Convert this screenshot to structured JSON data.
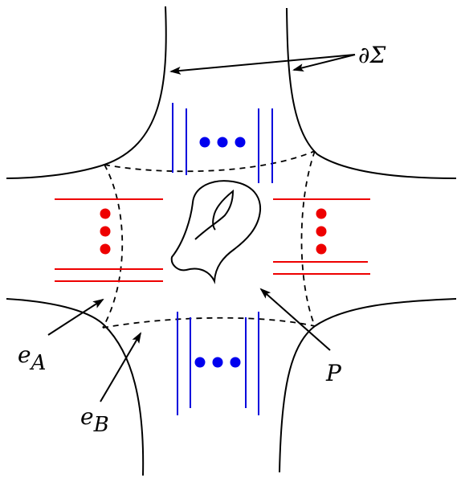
{
  "labels": {
    "boundary": "∂Σ",
    "edge_a": "e",
    "edge_a_sub": "A",
    "edge_b": "e",
    "edge_b_sub": "B",
    "point_p": "P"
  },
  "colors": {
    "ink": "#000000",
    "horizontal_strands": "#ee0000",
    "vertical_strands": "#0000dd",
    "dots_red": "#ee0000",
    "dots_blue": "#0000ee"
  },
  "icons": {
    "ellipsis_dots": "three-dots"
  }
}
